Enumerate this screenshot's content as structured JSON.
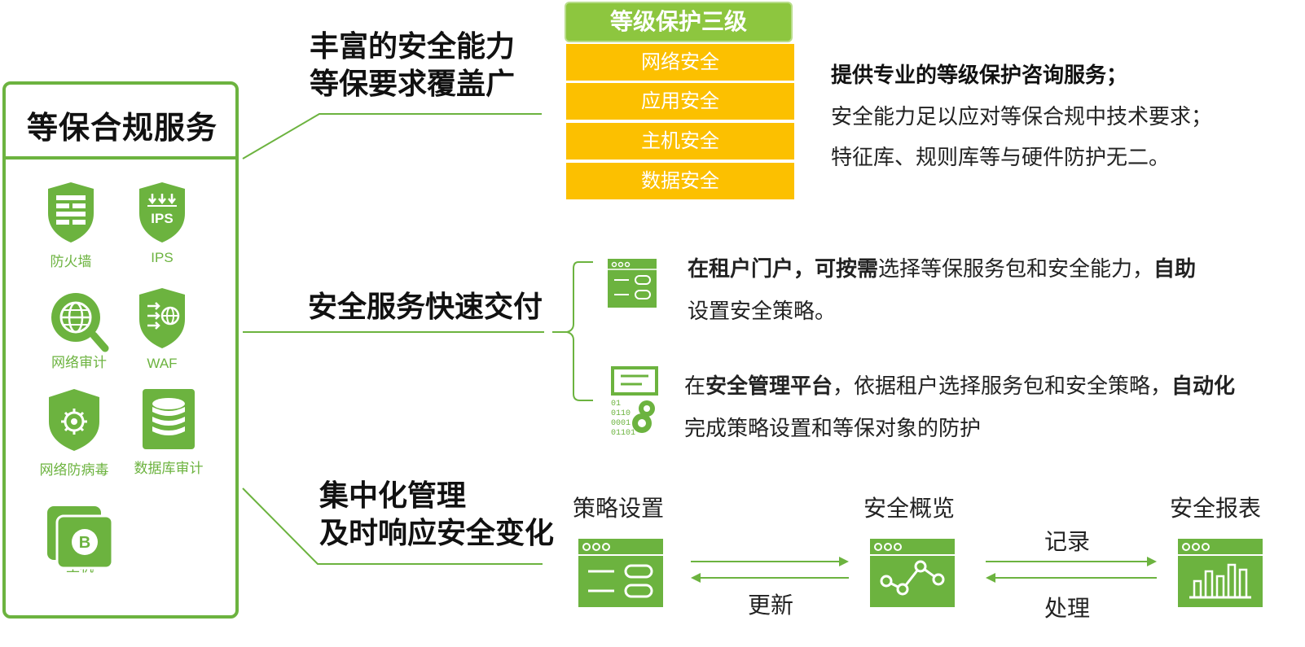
{
  "panel": {
    "title": "等保合规服务",
    "services": [
      {
        "label": "防火墙",
        "icon": "firewall-shield-icon"
      },
      {
        "label": "IPS",
        "icon": "ips-shield-icon"
      },
      {
        "label": "网络审计",
        "icon": "network-audit-globe-icon"
      },
      {
        "label": "WAF",
        "icon": "waf-shield-icon"
      },
      {
        "label": "网络防病毒",
        "icon": "antivirus-shield-icon"
      },
      {
        "label": "数据库审计",
        "icon": "database-audit-icon"
      },
      {
        "label": "主机",
        "icon": "host-security-icon"
      }
    ]
  },
  "sections": {
    "capability": {
      "heading_line1": "丰富的安全能力",
      "heading_line2": "等保要求覆盖广",
      "level_title": "等级保护三级",
      "level_items": [
        "网络安全",
        "应用安全",
        "主机安全",
        "数据安全"
      ],
      "desc_line1": "提供专业的等级保护咨询服务；",
      "desc_line2": "安全能力足以应对等保合规中技术要求；",
      "desc_line3": "特征库、规则库等与硬件防护无二。"
    },
    "delivery": {
      "heading": "安全服务快速交付",
      "item1": {
        "bold1": "在租户门户，可按需",
        "text1": "选择等保服务包和安全能力，",
        "bold2": "自助",
        "text2": "设置安全策略。"
      },
      "item2": {
        "text1": "在",
        "bold1": "安全管理平台",
        "text2": "，依据租户选择服务包和安全策略，",
        "bold2": "自动化",
        "text3": "完成策略设置和等保对象的防护"
      }
    },
    "management": {
      "heading_line1": "集中化管理",
      "heading_line2": "及时响应安全变化",
      "nodes": [
        {
          "label": "策略设置",
          "icon": "policy-settings-window-icon"
        },
        {
          "label": "安全概览",
          "icon": "security-overview-window-icon"
        },
        {
          "label": "安全报表",
          "icon": "security-report-window-icon"
        }
      ],
      "arrow_update": "更新",
      "arrow_record": "记录",
      "arrow_process": "处理"
    }
  },
  "colors": {
    "green": "#6cb33f",
    "light_green": "#8dc63f",
    "amber": "#fcc000"
  }
}
